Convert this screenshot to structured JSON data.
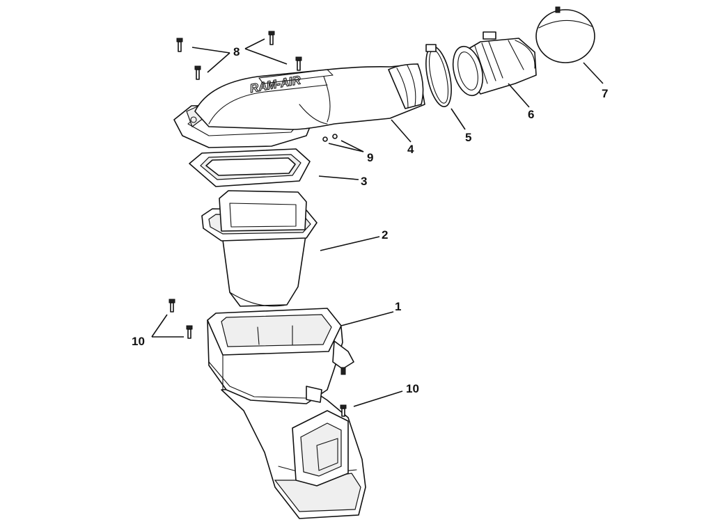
{
  "logo_text": "RAM-AIR",
  "callouts": {
    "c1": "1",
    "c2": "2",
    "c3": "3",
    "c4": "4",
    "c5": "5",
    "c6": "6",
    "c7": "7",
    "c8": "8",
    "c9": "9",
    "c10a": "10",
    "c10b": "10"
  }
}
